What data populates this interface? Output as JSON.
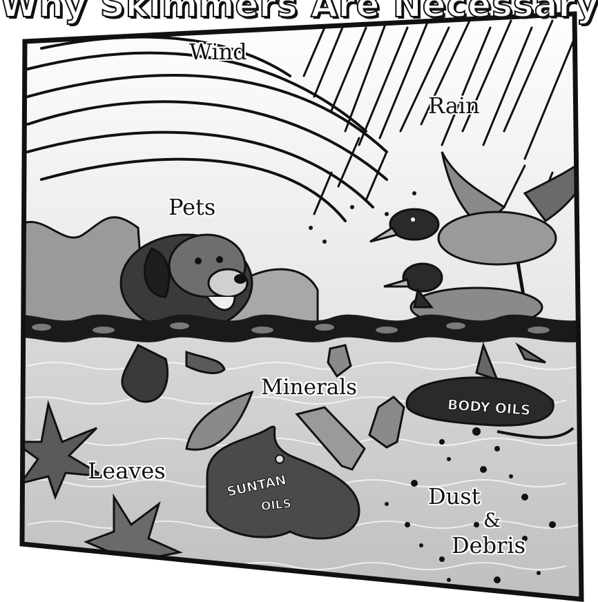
{
  "title": "Why Skimmers Are Necessary",
  "labels": {
    "wind": "Wind",
    "rain": "Rain",
    "pets": "Pets",
    "minerals": "Minerals",
    "body_oils": "BODY OILS",
    "leaves": "Leaves",
    "suntan_line1": "SUNTAN",
    "suntan_line2": "OILS",
    "dust": "Dust",
    "amp": "&",
    "debris": "Debris"
  },
  "colors": {
    "ink": "#111111",
    "water": "#c9c9c9",
    "sky": "#f2f2f2"
  }
}
